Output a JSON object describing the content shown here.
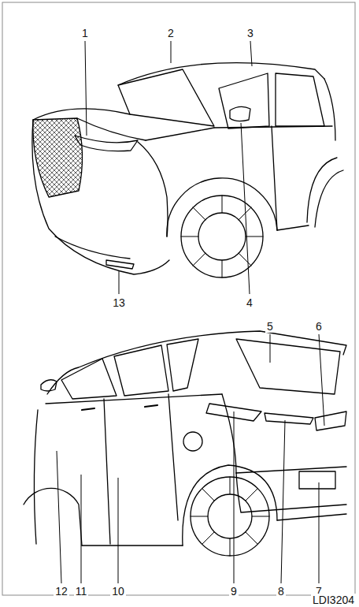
{
  "diagram": {
    "labels": [
      "1",
      "2",
      "3",
      "13",
      "4",
      "5",
      "6",
      "9",
      "8",
      "7",
      "12",
      "11",
      "10",
      "LDI3204"
    ]
  }
}
